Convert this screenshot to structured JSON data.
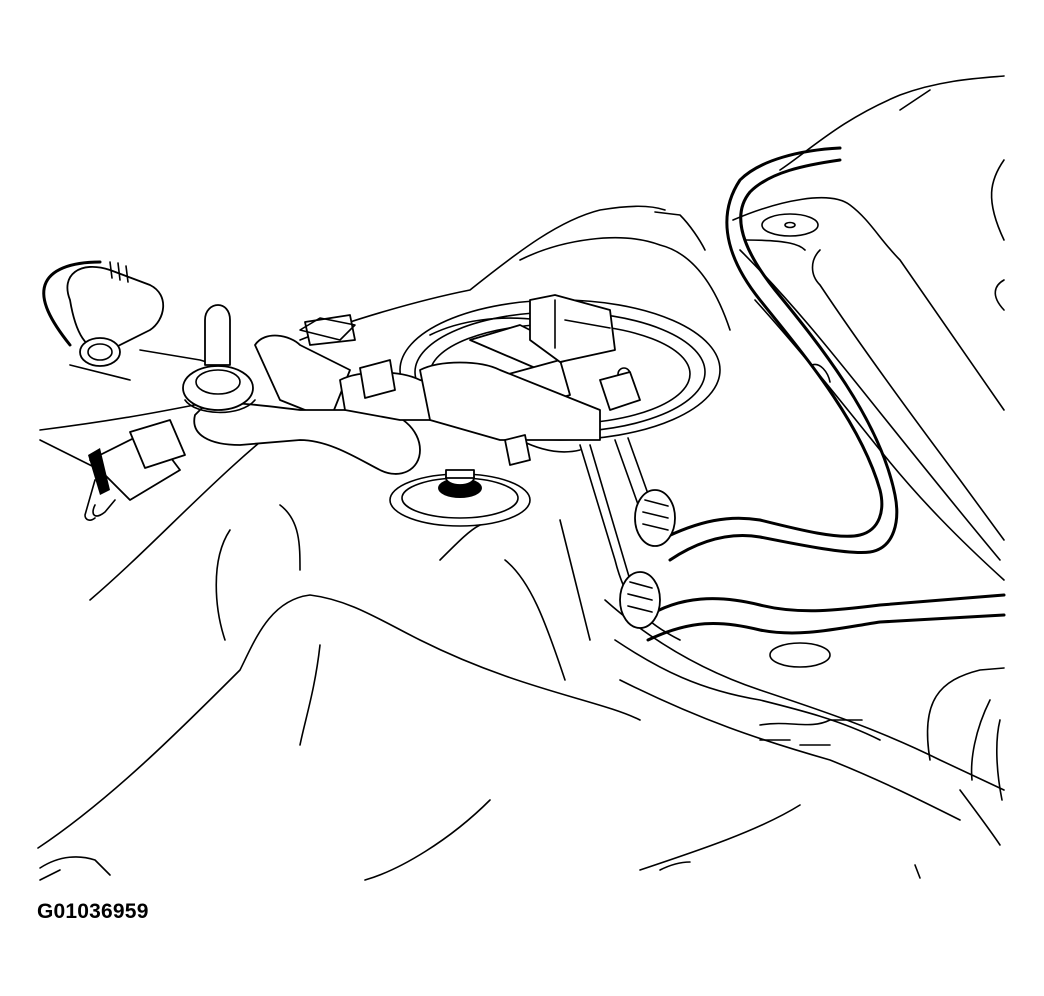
{
  "figure": {
    "id_label": "G01036959",
    "subject": "Fuel tank top view with fuel pump module, vent hoses and fuel lines (line art)",
    "colors": {
      "line": "#000000",
      "background": "#ffffff"
    },
    "components": [
      "fuel-tank-outline",
      "fuel-pump-module",
      "electrical-connector",
      "vent-hose",
      "evap-valve",
      "hose-clamp",
      "fuel-feed-line",
      "fuel-return-line",
      "quick-connect-fittings",
      "tank-strap"
    ]
  }
}
